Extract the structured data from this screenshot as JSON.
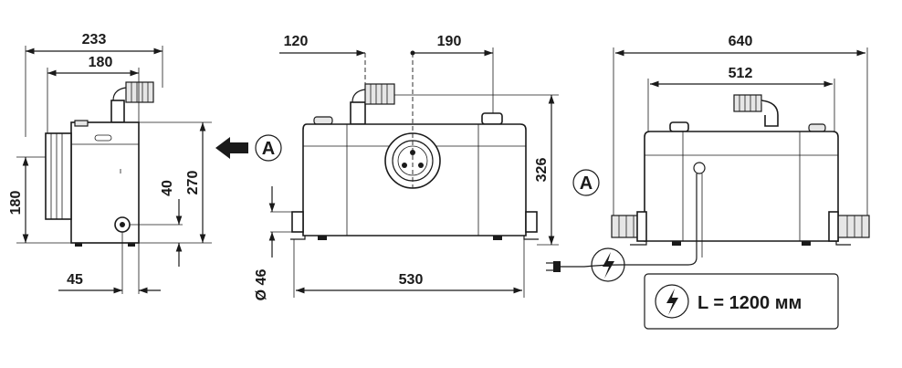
{
  "dimensions": {
    "side_view": {
      "width_total": "233",
      "width_inner": "180",
      "height_outlet": "270",
      "height_inlet": "180",
      "inlet_offset": "40",
      "base_offset": "45"
    },
    "front_view": {
      "left_offset": "120",
      "center_offset": "190",
      "height": "326",
      "inlet_diameter": "Ø 46",
      "length": "530"
    },
    "top_view": {
      "overall_width": "640",
      "inner_width": "512"
    }
  },
  "view_marker": "A",
  "cable": {
    "length_label": "L = 1200 мм"
  },
  "icons": [
    "electric-bolt-icon",
    "view-arrow-icon",
    "plug-icon"
  ],
  "colors": {
    "line": "#1a1a1a",
    "fill": "#ffffff",
    "shade": "#e6e6e6"
  }
}
